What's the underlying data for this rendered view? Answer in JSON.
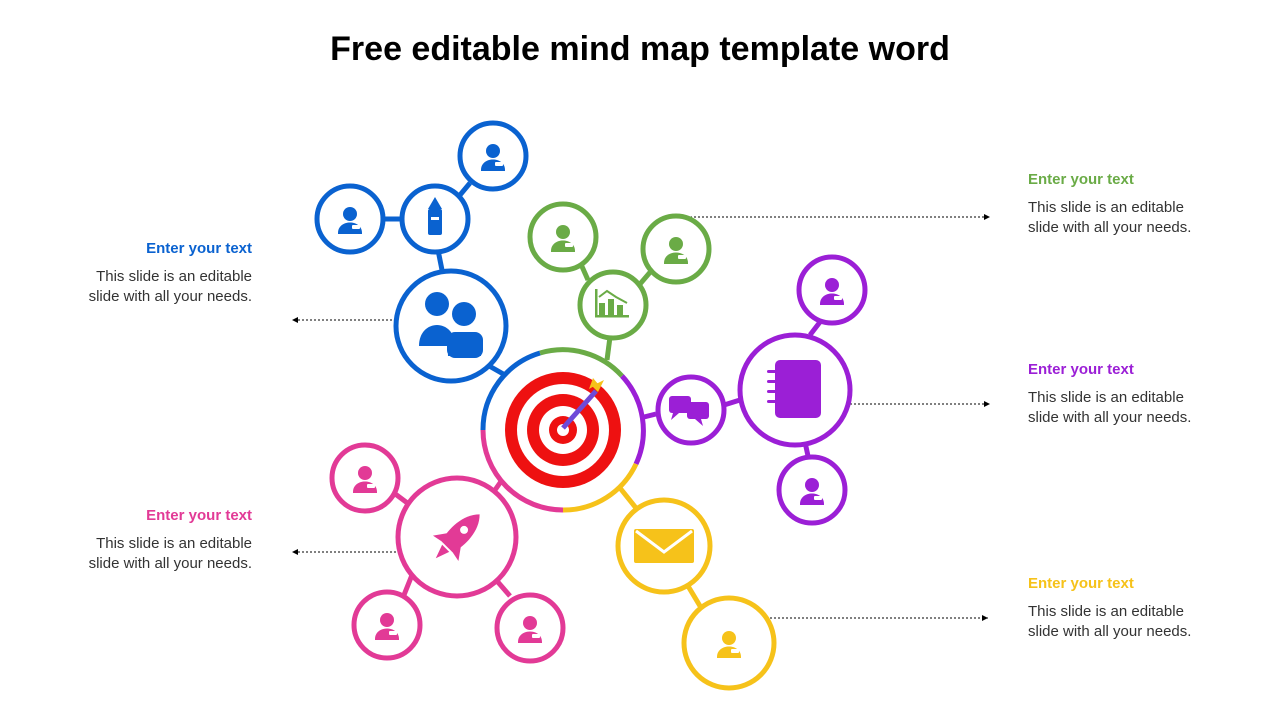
{
  "slide": {
    "title": "Free editable mind map template word"
  },
  "colors": {
    "blue": "#0A62D0",
    "green": "#6AAB46",
    "purple": "#9B1FD6",
    "pink": "#E23A96",
    "yellow": "#F6C21A",
    "red": "#EE1111"
  },
  "callouts": [
    {
      "id": "blue",
      "heading": "Enter your text",
      "body_line1": "This slide is an editable",
      "body_line2": "slide with all your needs."
    },
    {
      "id": "pink",
      "heading": "Enter your text",
      "body_line1": "This slide is an editable",
      "body_line2": "slide with all your needs."
    },
    {
      "id": "green",
      "heading": "Enter your text",
      "body_line1": "This slide is an editable",
      "body_line2": "slide with all your needs."
    },
    {
      "id": "purple",
      "heading": "Enter your text",
      "body_line1": "This slide is an editable",
      "body_line2": "slide with all your needs."
    },
    {
      "id": "yellow",
      "heading": "Enter your text",
      "body_line1": "This slide is an editable",
      "body_line2": "slide with all your needs."
    }
  ],
  "nodes": {
    "center": {
      "icon": "target-icon"
    },
    "blue": {
      "icon": "users-icon",
      "children": [
        "pencil-icon",
        "user-icon",
        "user-icon"
      ]
    },
    "green": {
      "icon": "bar-chart-icon",
      "children": [
        "user-icon",
        "user-icon"
      ]
    },
    "purple": {
      "icon": "notebook-icon",
      "children": [
        "chat-bubbles-icon",
        "user-icon",
        "user-icon"
      ]
    },
    "pink": {
      "icon": "rocket-icon",
      "children": [
        "user-icon",
        "user-icon",
        "user-icon"
      ]
    },
    "yellow": {
      "icon": "envelope-icon",
      "children": [
        "user-icon"
      ]
    }
  }
}
